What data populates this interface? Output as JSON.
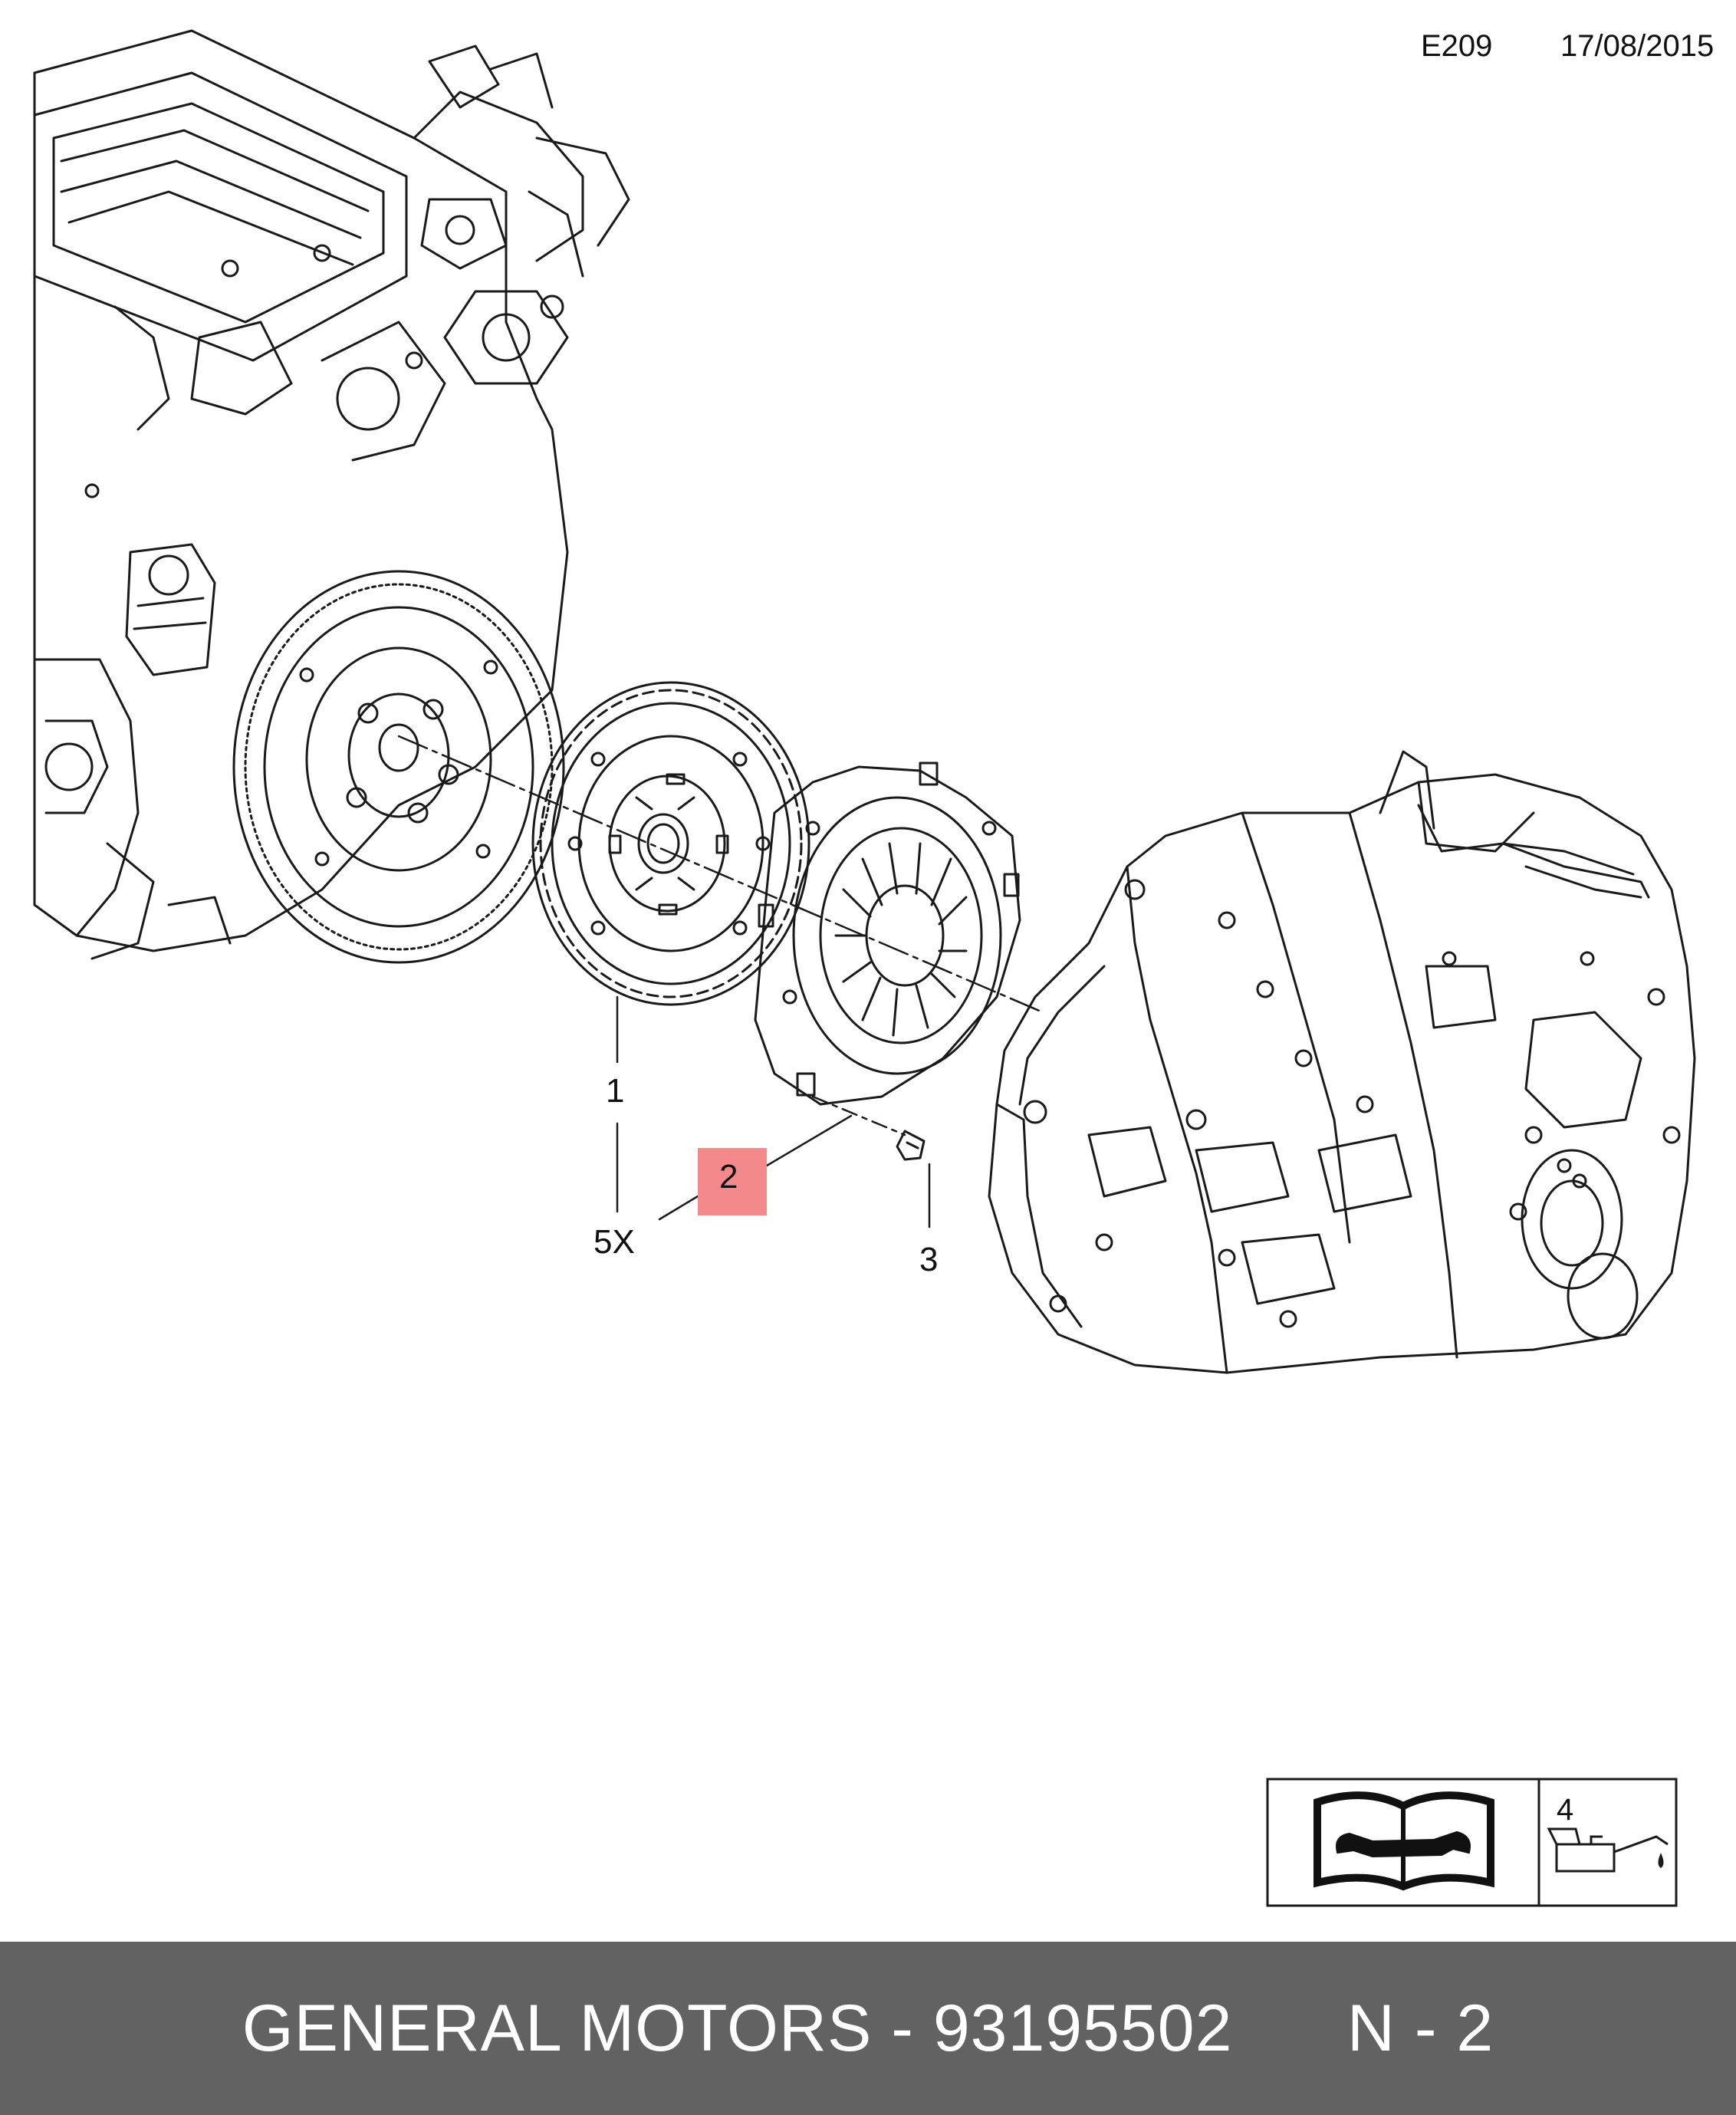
{
  "header": {
    "diagram_code": "E209",
    "date": "17/08/2015"
  },
  "callouts": {
    "clutch_disc": "1",
    "pressure_plate": "2",
    "bolt": "3",
    "bolt_quantity": "5X",
    "lubricant": "4"
  },
  "colors": {
    "highlight": "#f4898c",
    "footer_bg": "#626262",
    "line": "#1a1a1a"
  },
  "icons": [
    "service-manual-icon",
    "oil-can-icon"
  ],
  "footer": {
    "brand": "GENERAL MOTORS",
    "separator": " - ",
    "part_number": "93195502",
    "variant": "N - 2"
  }
}
